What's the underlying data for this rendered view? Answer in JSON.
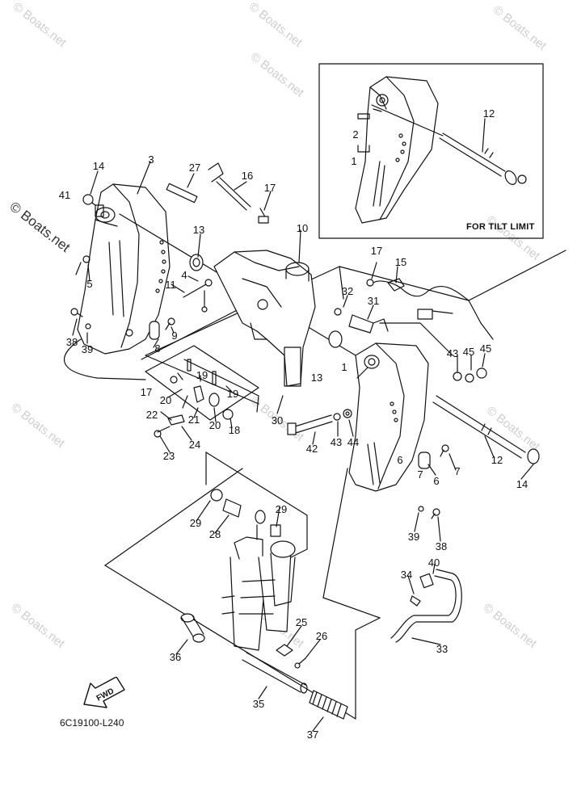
{
  "diagram": {
    "inset_caption": "FOR TILT LIMIT",
    "catalog_code": "6C19100-L240",
    "direction_arrow_label": "FWD",
    "watermark": "© Boats.net",
    "callouts": [
      "1",
      "1",
      "2",
      "3",
      "4",
      "5",
      "6",
      "6",
      "7",
      "7",
      "8",
      "9",
      "10",
      "11",
      "12",
      "12",
      "13",
      "13",
      "14",
      "14",
      "15",
      "16",
      "17",
      "17",
      "17",
      "18",
      "19",
      "19",
      "20",
      "20",
      "21",
      "22",
      "23",
      "24",
      "25",
      "26",
      "27",
      "28",
      "29",
      "29",
      "30",
      "31",
      "32",
      "33",
      "34",
      "35",
      "36",
      "37",
      "38",
      "38",
      "39",
      "39",
      "40",
      "41",
      "42",
      "43",
      "43",
      "44",
      "45",
      "45"
    ]
  }
}
